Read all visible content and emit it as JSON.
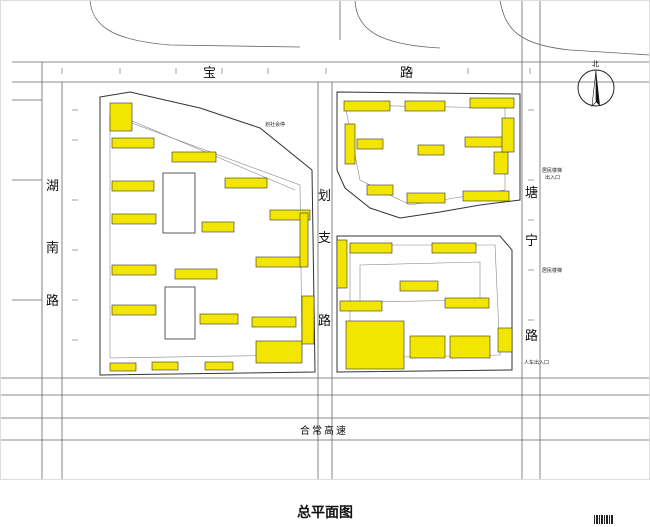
{
  "title": "总平面图",
  "roads": {
    "top": [
      "宝",
      "路"
    ],
    "left": [
      "湖",
      "南",
      "路"
    ],
    "middle": [
      "划",
      "支",
      "路"
    ],
    "right": [
      "塘",
      "宁",
      "路"
    ],
    "bottom": "合常高速"
  },
  "labels": {
    "plan_note": "划社会停",
    "legend_1": "居民楼梯",
    "legend_2": "居民楼梯",
    "legend_3": "出入口",
    "entrance": "人车出入口"
  },
  "compass": {
    "symbol": "北"
  },
  "colors": {
    "building": "#f2e600",
    "outline": "#333333",
    "road": "#555555"
  }
}
